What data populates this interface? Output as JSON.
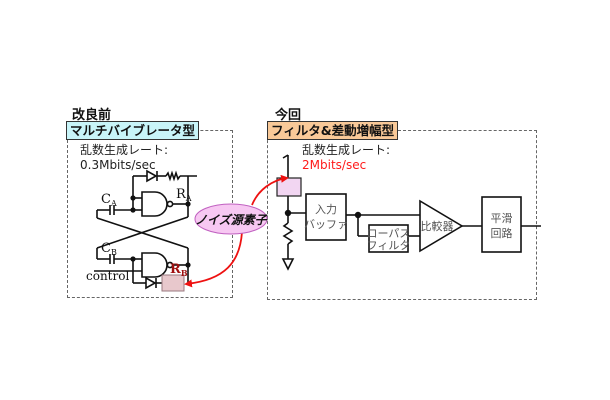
{
  "left_panel": {
    "heading": "改良前",
    "tag": "マルチバイブレータ型",
    "tag_color": "#c8f4f8",
    "rate_label": "乱数生成レート:",
    "rate_value": "0.3Mbits/sec",
    "labels": {
      "ca": "C",
      "ca_sub": "A",
      "cb": "C",
      "cb_sub": "B",
      "ra": "R",
      "ra_sub": "A",
      "rb": "R",
      "rb_sub": "B",
      "control": "control"
    }
  },
  "right_panel": {
    "heading": "今回",
    "tag": "フィルタ&差動増幅型",
    "tag_color": "#f9c998",
    "rate_label": "乱数生成レート:",
    "rate_value": "2Mbits/sec",
    "rate_value_color": "#ff1a1a",
    "blocks": {
      "input_buffer": [
        "入力",
        "バッファ"
      ],
      "lowpass_filter": [
        "ローパス",
        "フィルタ"
      ],
      "comparator": "比較器",
      "smoothing": [
        "平滑",
        "回路"
      ]
    }
  },
  "callout": {
    "label": "ノイズ源素子",
    "fill": "#f7c8f2",
    "arrow_color": "#ee1111",
    "noise_element_fill": "#e8c8cc"
  }
}
